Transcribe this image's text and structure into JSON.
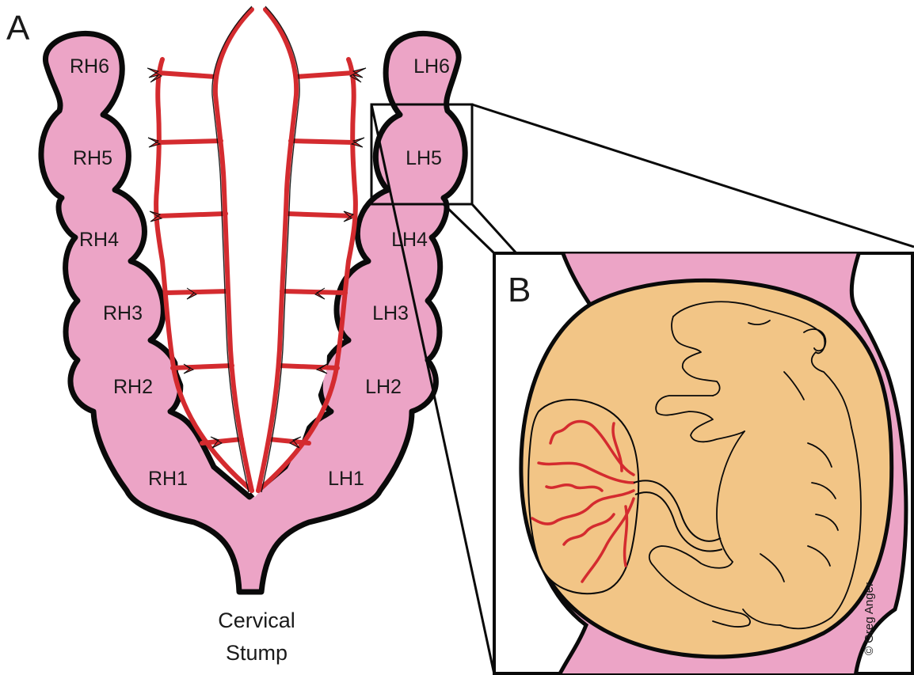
{
  "panels": {
    "a": "A",
    "b": "B"
  },
  "horns": {
    "right": [
      "RH6",
      "RH5",
      "RH4",
      "RH3",
      "RH2",
      "RH1"
    ],
    "left": [
      "LH6",
      "LH5",
      "LH4",
      "LH3",
      "LH2",
      "LH1"
    ]
  },
  "cervical_stump": {
    "line1": "Cervical",
    "line2": "Stump"
  },
  "credit": "© Greg Anger",
  "colors": {
    "uterus": "#eca4c6",
    "vessel": "#d42b2f",
    "fetus": "#f2c586",
    "outline": "#0a0a0a"
  }
}
